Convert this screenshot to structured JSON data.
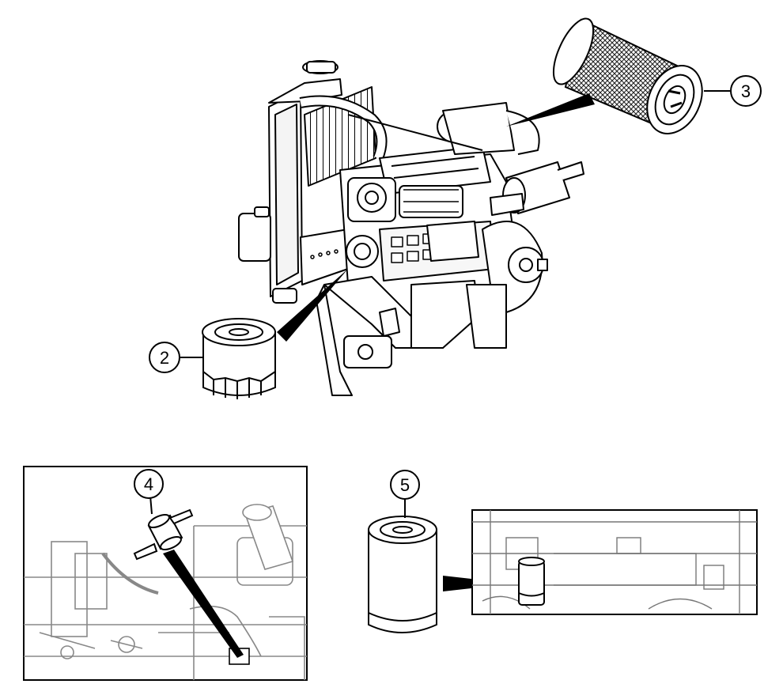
{
  "callouts": [
    {
      "id": "2",
      "label": "2"
    },
    {
      "id": "3",
      "label": "3"
    },
    {
      "id": "4",
      "label": "4"
    },
    {
      "id": "5",
      "label": "5"
    }
  ],
  "colors": {
    "line": "#000000",
    "background": "#ffffff",
    "fill_light": "#f2f2f2",
    "fill_dark": "#333333"
  }
}
